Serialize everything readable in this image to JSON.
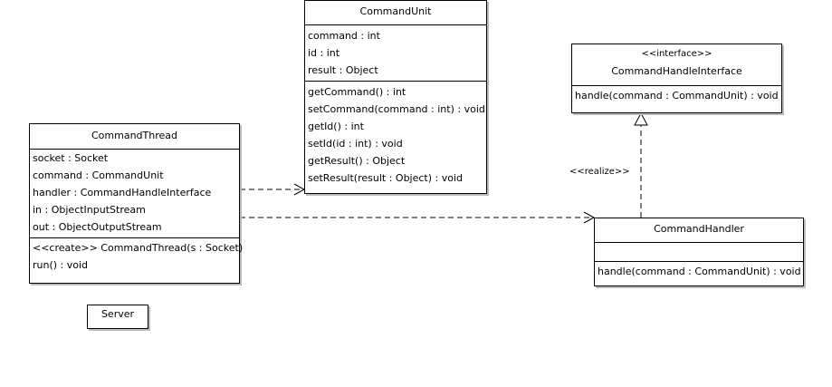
{
  "classes": {
    "command_unit": {
      "name": "CommandUnit",
      "attributes": [
        "command : int",
        "id : int",
        "result : Object"
      ],
      "operations": [
        "getCommand() : int",
        "setCommand(command : int) : void",
        "getId() : int",
        "setId(id : int) : void",
        "getResult() : Object",
        "setResult(result : Object) : void"
      ]
    },
    "command_handle_interface": {
      "stereotype": "<<interface>>",
      "name": "CommandHandleInterface",
      "operations": [
        "handle(command : CommandUnit) : void"
      ]
    },
    "command_thread": {
      "name": "CommandThread",
      "attributes": [
        "socket : Socket",
        "command : CommandUnit",
        "handler : CommandHandleInterface",
        "in : ObjectInputStream",
        "out : ObjectOutputStream"
      ],
      "operations": [
        "<<create>> CommandThread(s : Socket)",
        "run() : void"
      ]
    },
    "command_handler": {
      "name": "CommandHandler",
      "operations": [
        "handle(command : CommandUnit) : void"
      ]
    },
    "server": {
      "name": "Server"
    }
  },
  "relations": {
    "realize_label": "<<realize>>"
  }
}
